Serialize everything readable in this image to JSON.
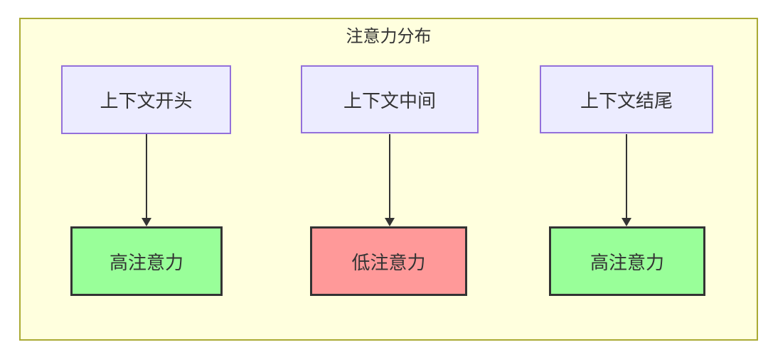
{
  "diagram": {
    "title": "注意力分布",
    "colors": {
      "container-bg": "#ffffde",
      "container-border": "#aaaa33",
      "node-bg": "#ececff",
      "node-border": "#9370db",
      "high-bg": "#99ff99",
      "low-bg": "#ff9999",
      "stroke": "#333333",
      "text": "#333333"
    },
    "columns": [
      {
        "source": "上下文开头",
        "target": "高注意力",
        "level": "high"
      },
      {
        "source": "上下文中间",
        "target": "低注意力",
        "level": "low"
      },
      {
        "source": "上下文结尾",
        "target": "高注意力",
        "level": "high"
      }
    ]
  }
}
